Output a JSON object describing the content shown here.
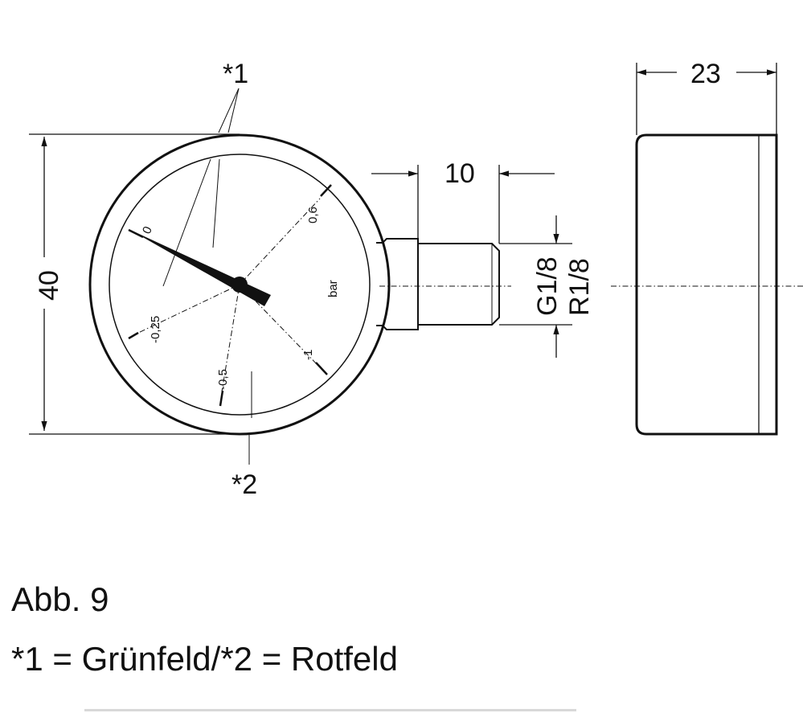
{
  "drawing": {
    "callouts": {
      "green_field": "*1",
      "red_field": "*2"
    },
    "dimensions": {
      "diameter": "40",
      "thread_length": "10",
      "depth": "23",
      "thread_g": "G1/8",
      "thread_r": "R1/8"
    },
    "dial": {
      "unit": "bar",
      "labels": {
        "zero": "0",
        "p06": "0,6",
        "m025": "-0,25",
        "m05": "-0,5",
        "m1": "-1"
      }
    }
  },
  "caption": {
    "figure": "Abb. 9",
    "legend": "*1 = Grünfeld/*2 = Rotfeld"
  }
}
